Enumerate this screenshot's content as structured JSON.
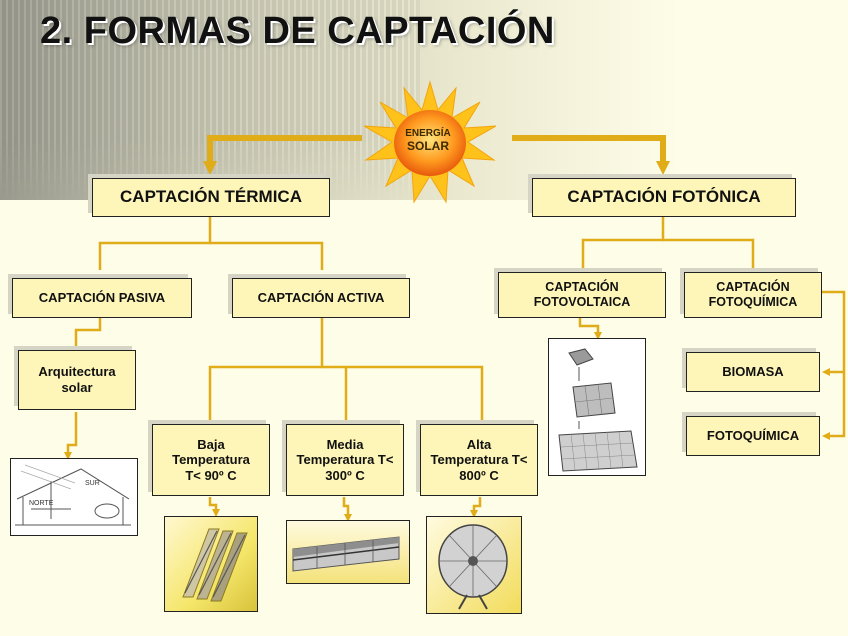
{
  "title": "2. FORMAS DE CAPTACIÓN",
  "sun": {
    "line1": "ENERGÍA",
    "line2": "SOLAR"
  },
  "thermal": {
    "label": "CAPTACIÓN TÉRMICA",
    "passive": "CAPTACIÓN PASIVA",
    "active": "CAPTACIÓN ACTIVA",
    "architecture": "Arquitectura solar",
    "low": "Baja Temperatura T< 90º C",
    "medium": "Media Temperatura T< 300º C",
    "high": "Alta Temperatura T< 800º C"
  },
  "photonic": {
    "label": "CAPTACIÓN FOTÓNICA",
    "photovoltaic": "CAPTACIÓN FOTOVOLTAICA",
    "photochemical": "CAPTACIÓN FOTOQUÍMICA",
    "biomass": "BIOMASA",
    "photochemistry": "FOTOQUÍMICA"
  },
  "house_sketch": {
    "label_south": "SUR",
    "label_north": "NORTE"
  },
  "colors": {
    "connector": "#e0ac18",
    "box_fill": "#fdf6b8",
    "border": "#222222"
  }
}
